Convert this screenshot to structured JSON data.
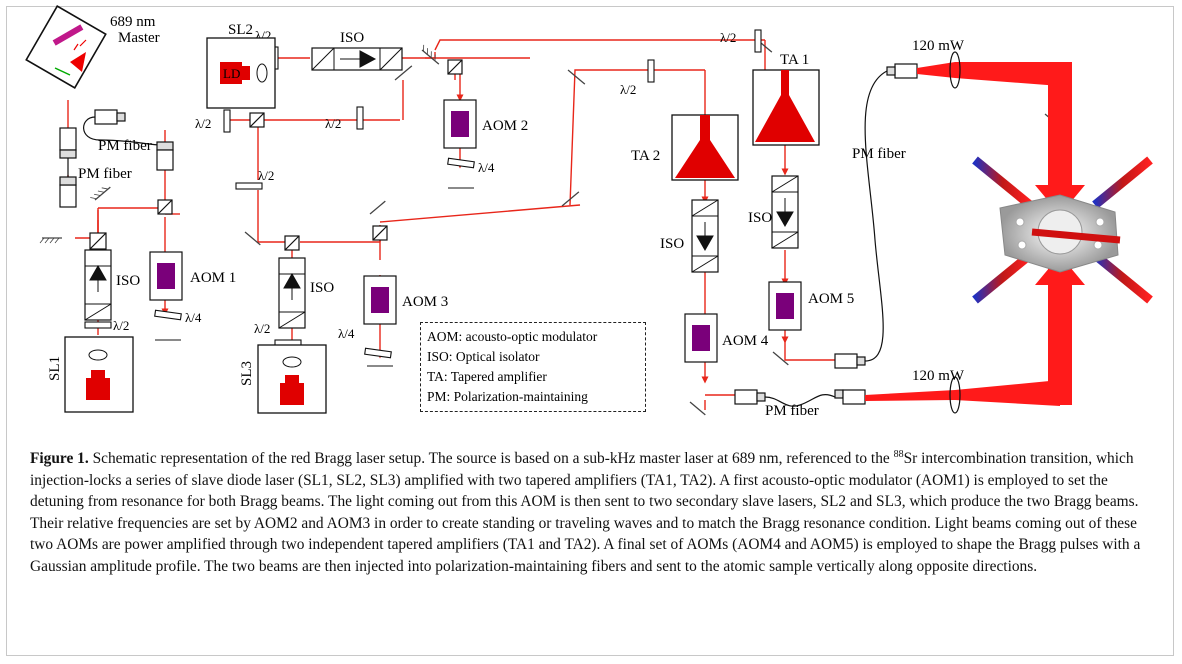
{
  "diagram": {
    "master_label_line1": "689 nm",
    "master_label_line2": "Master",
    "ld_label": "LD",
    "slaves": [
      "SL1",
      "SL2",
      "SL3"
    ],
    "isolator_label": "ISO",
    "half_wave": "λ/2",
    "quarter_wave": "λ/4",
    "fiber_label": "PM fiber",
    "aoms": [
      "AOM 1",
      "AOM 2",
      "AOM 3",
      "AOM 4",
      "AOM 5"
    ],
    "tas": [
      "TA 1",
      "TA 2"
    ],
    "power_top": "120 mW",
    "power_bottom": "120 mW",
    "legend": [
      "AOM: acousto-optic modulator",
      "ISO: Optical isolator",
      "TA: Tapered amplifier",
      "PM: Polarization-maintaining"
    ],
    "colors": {
      "beam": "#e8261a",
      "device": "#e00000",
      "aom": "#7a007a",
      "mirror": "#666666"
    }
  },
  "caption": {
    "figure_label": "Figure 1.",
    "text_before_sup": " Schematic representation of the red Bragg laser setup. The source is based on a sub-kHz master laser at 689  nm, referenced to the ",
    "sup": "88",
    "text_after_sup": "Sr intercombination transition, which injection-locks a series of slave diode laser (SL1, SL2, SL3) amplified with two tapered amplifiers (TA1, TA2). A first acousto-optic modulator (AOM1) is employed to set the detuning from resonance for both Bragg beams. The light coming out from this AOM is then sent to two secondary slave lasers, SL2 and SL3, which produce the two Bragg beams. Their relative frequencies are set by AOM2 and AOM3 in order to create standing or traveling waves and to match the Bragg resonance condition. Light beams coming out of these two AOMs are power amplified through two independent tapered amplifiers (TA1 and TA2). A final set of AOMs (AOM4 and AOM5) is employed to shape the Bragg pulses with a Gaussian amplitude profile. The two beams are then injected into polarization-maintaining fibers and sent to the atomic sample vertically along opposite directions."
  }
}
